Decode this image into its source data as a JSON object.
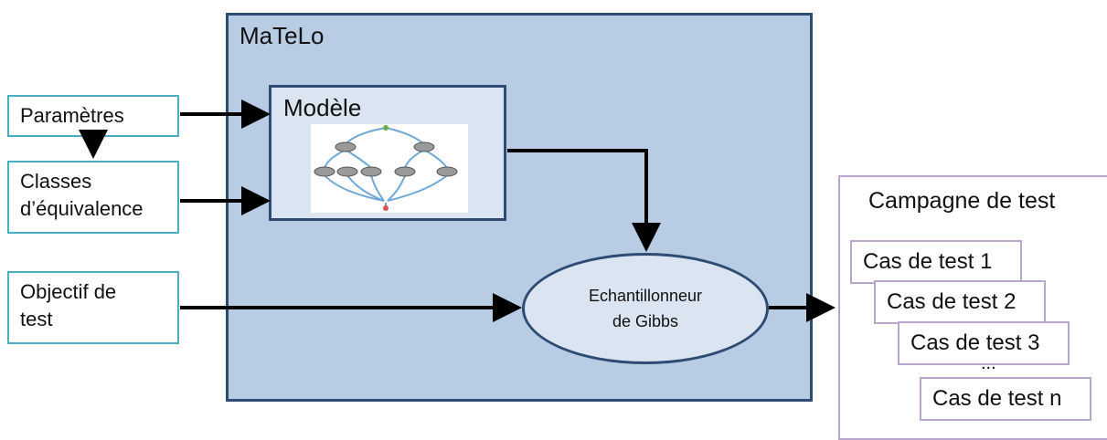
{
  "system": {
    "title": "MaTeLo"
  },
  "model": {
    "title": "Modèle"
  },
  "inputs": {
    "parameters": "Paramètres",
    "classes_line1": "Classes",
    "classes_line2": "d’équivalence",
    "objective_line1": "Objectif de",
    "objective_line2": "test"
  },
  "sampler": {
    "line1": "Echantillonneur",
    "line2": "de Gibbs"
  },
  "campaign": {
    "title": "Campagne de test",
    "cases": [
      "Cas de test 1",
      "Cas de test 2",
      "Cas de test 3",
      "Cas de test n"
    ],
    "ellipsis": "..."
  },
  "colors": {
    "system_fill": "#b8cce4",
    "system_border": "#2e4c73",
    "inner_fill": "#dbe5f1",
    "input_border": "#4bacc6",
    "campaign_border": "#b9a6cc",
    "arrow": "#000000"
  }
}
